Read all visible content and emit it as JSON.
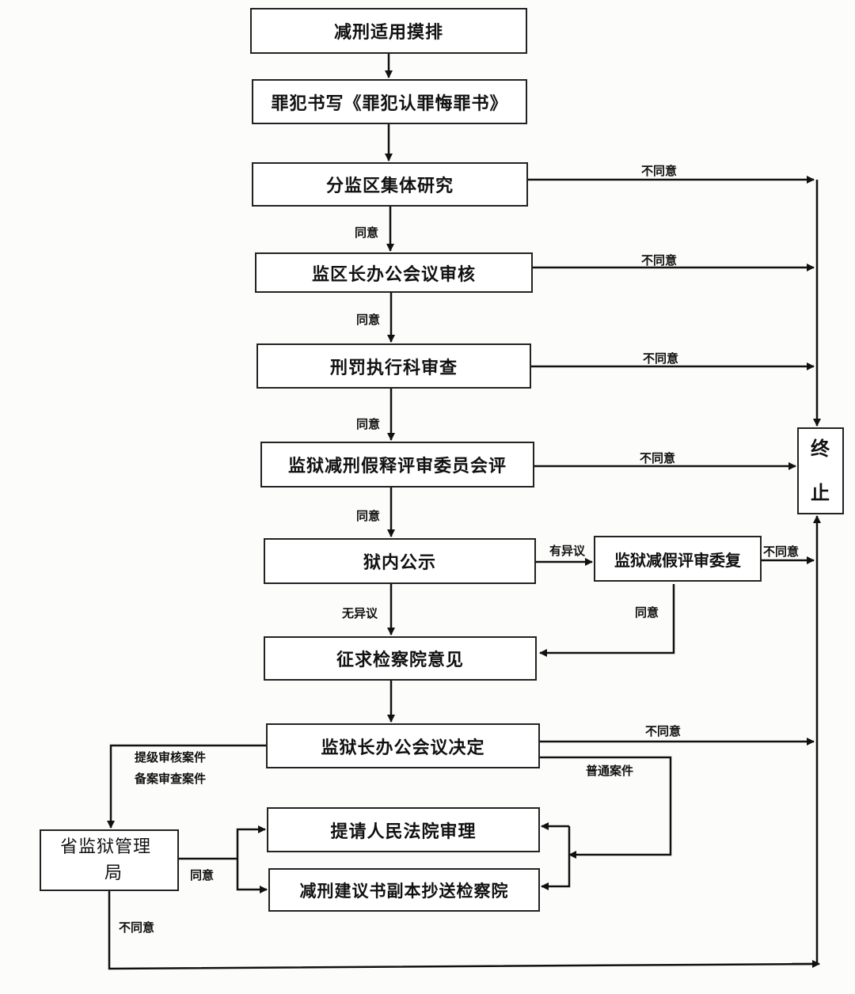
{
  "nodes": {
    "n1": "减刑适用摸排",
    "n2": "罪犯书写《罪犯认罪悔罪书》",
    "n3": "分监区集体研究",
    "n4": "监区长办公会议审核",
    "n5": "刑罚执行科审查",
    "n6": "监狱减刑假释评审委员会评",
    "n7": "狱内公示",
    "n7b": "监狱减假评审委复",
    "n8": "征求检察院意见",
    "n9": "监狱长办公会议决定",
    "n10": "提请人民法院审理",
    "n11": "减刑建议书副本抄送检察院",
    "province_line1": "省监狱管理",
    "province_line2": "局",
    "terminal_line1": "终",
    "terminal_line2": "止"
  },
  "labels": {
    "disagree": "不同意",
    "agree": "同意",
    "objection": "有异议",
    "no_objection": "无异议",
    "escalated_line1": "提级审核案件",
    "escalated_line2": "备案审查案件",
    "ordinary": "普通案件"
  }
}
